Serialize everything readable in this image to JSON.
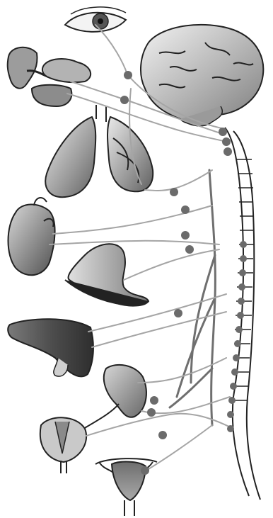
{
  "figure": {
    "description_visible_text": "",
    "colors": {
      "background": "#ffffff",
      "outline": "#222222",
      "nerve": "#a5a5a5",
      "ganglion": "#6b6b6b",
      "organ_fill_dark": "#5a5a5a",
      "organ_fill_light": "#c9c9c9"
    },
    "organs": [
      "eye",
      "salivary-glands",
      "lungs",
      "heart",
      "stomach",
      "liver",
      "kidney",
      "bladder",
      "uterus",
      "brain",
      "spinal-cord"
    ]
  }
}
